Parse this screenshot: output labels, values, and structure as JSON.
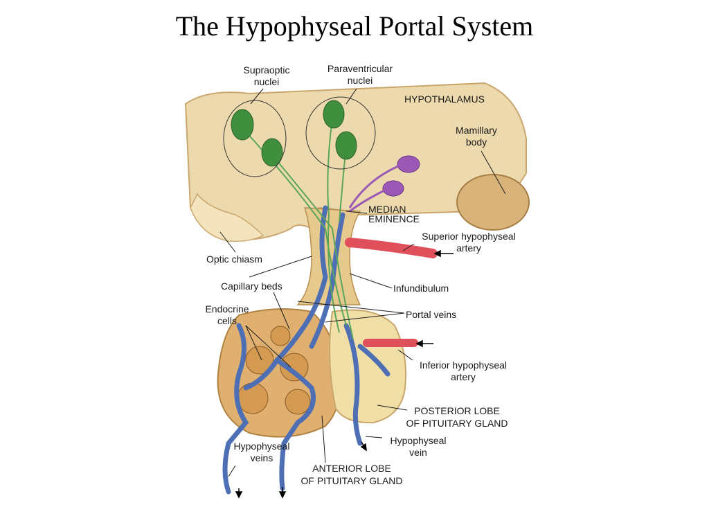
{
  "title": "The Hypophyseal Portal System",
  "labels": {
    "supraoptic": [
      "Supraoptic",
      "nuclei"
    ],
    "paraventricular": [
      "Paraventricular",
      "nuclei"
    ],
    "hypothalamus": "HYPOTHALAMUS",
    "mamillary": [
      "Mamillary",
      "body"
    ],
    "median_eminence": [
      "MEDIAN",
      "EMINENCE"
    ],
    "superior_artery": [
      "Superior hypophyseal",
      "artery"
    ],
    "optic_chiasm": "Optic chiasm",
    "capillary_beds": "Capillary beds",
    "infundibulum": "Infundibulum",
    "endocrine_cells": [
      "Endocrine",
      "cells"
    ],
    "portal_veins": "Portal veins",
    "inferior_artery": [
      "Inferior hypophyseal",
      "artery"
    ],
    "posterior_lobe": [
      "POSTERIOR LOBE",
      "OF PITUITARY GLAND"
    ],
    "hypophyseal_vein": [
      "Hypophyseal",
      "vein"
    ],
    "hypophyseal_veins": [
      "Hypophyseal",
      "veins"
    ],
    "anterior_lobe": [
      "ANTERIOR LOBE",
      "OF PITUITARY GLAND"
    ]
  },
  "colors": {
    "tissue": "#ecd9ad",
    "tissue_dark": "#c9a66b",
    "neuron_green": "#3f8f3f",
    "neuron_purple": "#9b59b6",
    "vein_blue": "#4f6fb5",
    "artery_red": "#e0505a",
    "pituitary": "#e0b070"
  }
}
